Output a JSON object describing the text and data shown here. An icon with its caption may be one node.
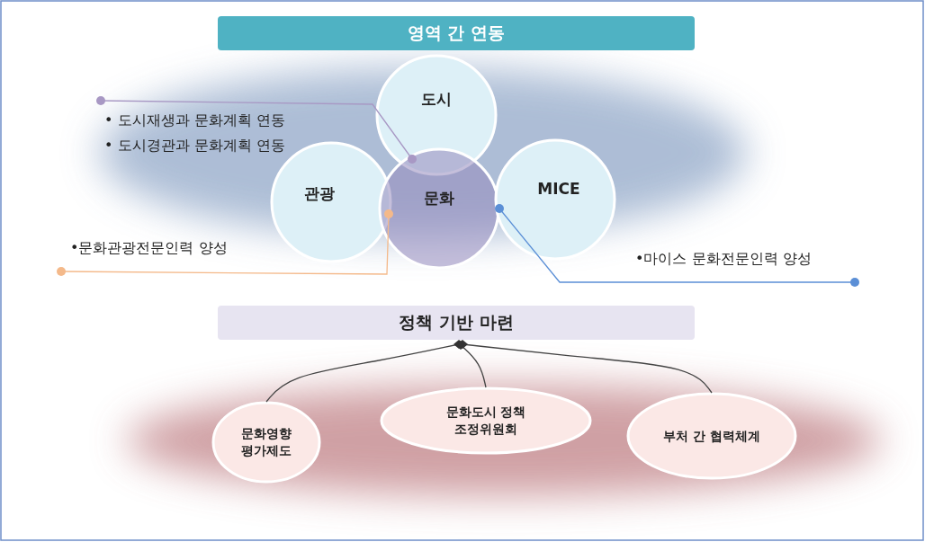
{
  "diagram": {
    "nodes": [
      {
        "text": [
          "영역 간 연동"
        ]
      },
      {
        "text": [
          "도시"
        ]
      },
      {
        "text": [
          "관광"
        ]
      },
      {
        "text": [
          "문화"
        ]
      },
      {
        "text": [
          "MICE"
        ]
      },
      {
        "text": [
          "• 도시재생과 문화계획 연동",
          "• 도시경관과 문화계획 연동"
        ]
      },
      {
        "text": [
          "•문화관광전문인력 양성"
        ]
      },
      {
        "text": [
          "•마이스 문화전문인력 양성"
        ]
      },
      {
        "text": [
          "정책 기반 마련"
        ]
      },
      {
        "text": [
          "문화영향 평가제도"
        ]
      },
      {
        "text": [
          "문화도시 정책 조정위원회"
        ]
      },
      {
        "text": [
          "부처 간 협력체계"
        ]
      }
    ],
    "edges": [
      {
        "from": 5,
        "to": 3,
        "arrow": "other",
        "color": "#a898c4"
      },
      {
        "from": 6,
        "to": 3,
        "arrow": "other",
        "color": "#f4b98a"
      },
      {
        "from": 7,
        "to": 3,
        "arrow": "other",
        "color": "#5b8fd6"
      },
      {
        "from": 8,
        "to": 9,
        "arrow": "other"
      },
      {
        "from": 8,
        "to": 10,
        "arrow": "other"
      },
      {
        "from": 8,
        "to": 11,
        "arrow": "other"
      }
    ]
  }
}
